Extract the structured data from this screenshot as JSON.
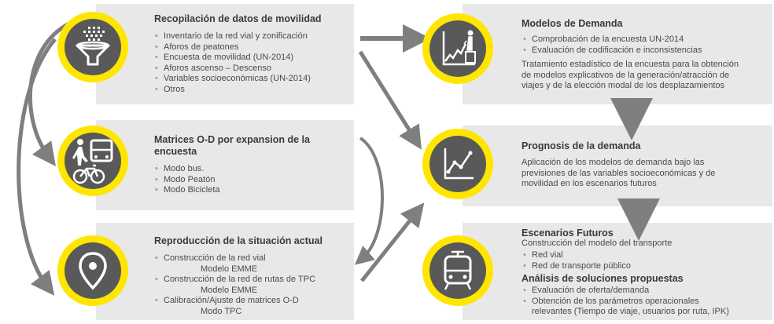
{
  "colors": {
    "accent": "#ffe600",
    "icon_bg": "#595959",
    "panel": "#e8e8e8",
    "arrow": "#808080"
  },
  "left": [
    {
      "title": "Recopilación de datos de movilidad",
      "icon": "data-funnel-icon",
      "items": [
        "Inventario de la red vial y zonificación",
        "Aforos de peatones",
        "Encuesta de movilidad (UN-2014)",
        "Aforos ascenso – Descenso",
        "Variables socioeconómicas (UN-2014)",
        "Otros"
      ]
    },
    {
      "title_line1": "Matrices O-D por expansion de la",
      "title_line2": "encuesta",
      "icon": "pedestrian-bus-bicycle-icon",
      "items": [
        "Modo bus.",
        "Modo Peatón",
        "Modo Bicicleta"
      ]
    },
    {
      "title": "Reproducción de la situación actual",
      "icon": "location-pin-icon",
      "items": [
        {
          "text": "Construcción de la red vial",
          "sub": "Modelo EMME"
        },
        {
          "text": "Construcción de la red de rutas de TPC",
          "sub": "Modelo EMME"
        },
        {
          "text": "Calibración/Ajuste de matrices O-D",
          "sub": "Modo TPC"
        }
      ]
    }
  ],
  "right": [
    {
      "title": "Modelos de Demanda",
      "icon": "growth-chart-person-icon",
      "items": [
        "Comprobación de la encuesta UN-2014",
        "Evaluación de codificación e inconsistencias"
      ],
      "paragraph": [
        "Tratamiento estadístico de la encuesta para la obtención",
        "de modelos explicativos de la generación/atracción de",
        "viajes y de la elección modal de los desplazamientos"
      ]
    },
    {
      "title": "Prognosis de la demanda",
      "icon": "line-chart-icon",
      "paragraph": [
        "Aplicación de los modelos de demanda bajo las",
        "previsiones de las variables socioeconómicas y de",
        "movilidad en los escenarios futuros"
      ]
    },
    {
      "title": "Escenarios Futuros",
      "icon": "tram-icon",
      "subtitle": "Construcción del modelo del transporte",
      "items": [
        "Red vial",
        "Red de transporte público"
      ],
      "title2": "Análisis de soluciones propuestas",
      "items2": [
        "Evaluación de oferta/demanda",
        "Obtención de los parámetros operacionales"
      ],
      "items2_cont": "relevantes (Tiempo de viaje, usuarios por ruta, IPK)"
    }
  ]
}
